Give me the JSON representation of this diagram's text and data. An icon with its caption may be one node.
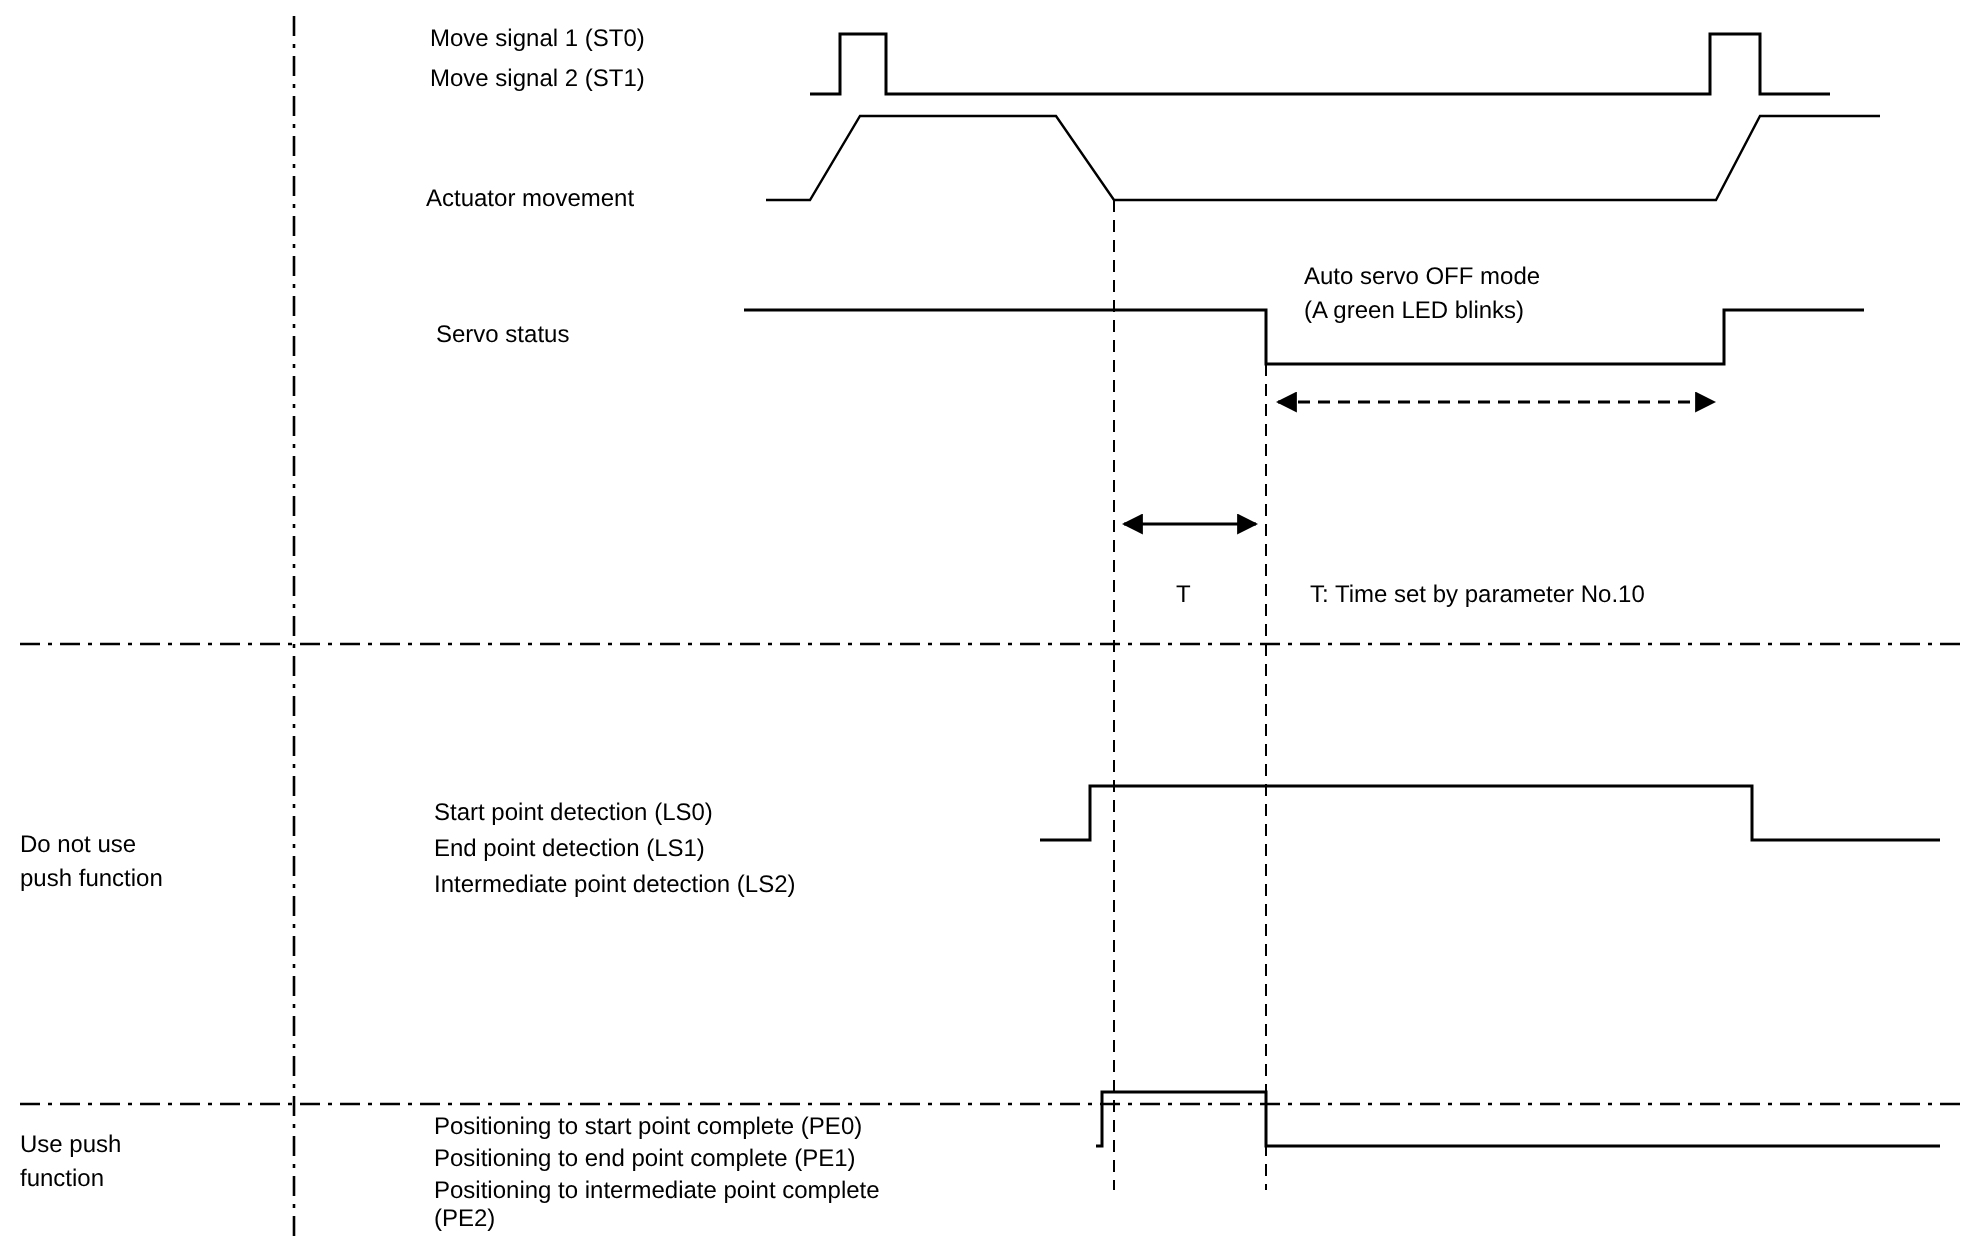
{
  "diagram": {
    "labels": [
      "Move signal 1 (ST0)",
      "Move signal 2 (ST1)",
      "Actuator movement",
      "Auto servo OFF mode (A green LED blinks)",
      "Servo status",
      "T",
      "T: Time set by parameter No.10",
      "Do not use push function",
      "Start point detection (LS0)",
      "End point detection (LS1)",
      "Intermediate point detection (LS2)",
      "Use push function",
      "Positioning to start point complete (PE0)",
      "Positioning to end point complete (PE1)",
      "Positioning to intermediate point complete (PE2)"
    ]
  }
}
